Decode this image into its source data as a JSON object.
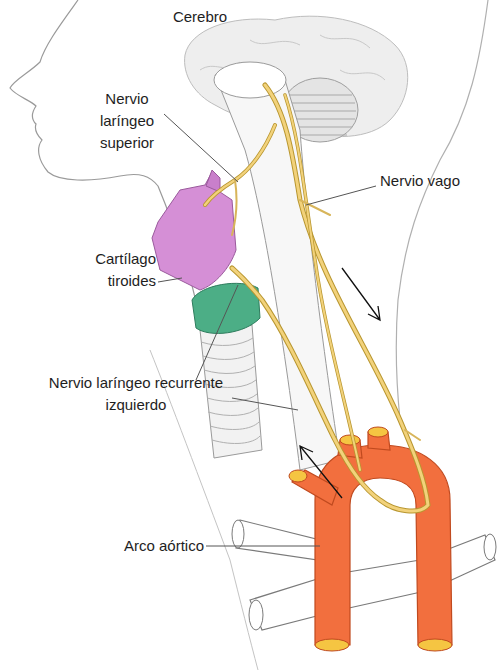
{
  "diagram": {
    "labels": [
      "Cerebro",
      "Nervio laríngeo superior",
      "Nervio vago",
      "Cartílago tiroides",
      "Nervio laríngeo recurrente izquierdo",
      "Arco aórtico"
    ]
  }
}
